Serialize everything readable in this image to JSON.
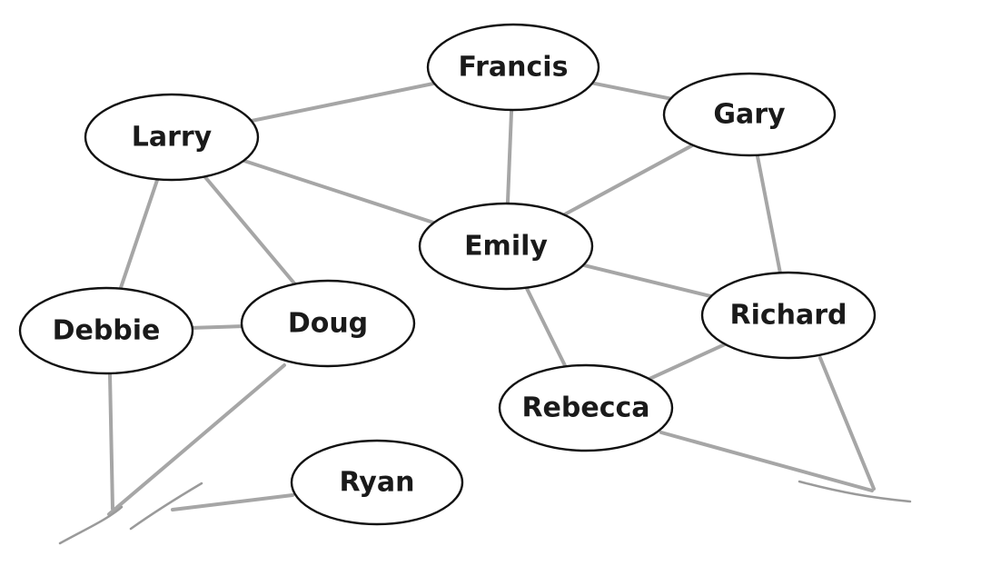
{
  "nodes": [
    {
      "id": "francis",
      "label": "Francis"
    },
    {
      "id": "gary",
      "label": "Gary"
    },
    {
      "id": "larry",
      "label": "Larry"
    },
    {
      "id": "emily",
      "label": "Emily"
    },
    {
      "id": "richard",
      "label": "Richard"
    },
    {
      "id": "debbie",
      "label": "Debbie"
    },
    {
      "id": "doug",
      "label": "Doug"
    },
    {
      "id": "rebecca",
      "label": "Rebecca"
    },
    {
      "id": "ryan",
      "label": "Ryan"
    }
  ],
  "edges": [
    [
      "larry",
      "francis"
    ],
    [
      "francis",
      "gary"
    ],
    [
      "francis",
      "emily"
    ],
    [
      "larry",
      "emily"
    ],
    [
      "larry",
      "debbie"
    ],
    [
      "larry",
      "doug"
    ],
    [
      "gary",
      "emily"
    ],
    [
      "gary",
      "richard"
    ],
    [
      "emily",
      "richard"
    ],
    [
      "emily",
      "rebecca"
    ],
    [
      "richard",
      "rebecca"
    ],
    [
      "debbie",
      "doug"
    ]
  ],
  "colors": {
    "edge": "#a6a6a6",
    "node_stroke": "#111111",
    "node_fill": "#ffffff",
    "label": "#1a1a1a"
  }
}
